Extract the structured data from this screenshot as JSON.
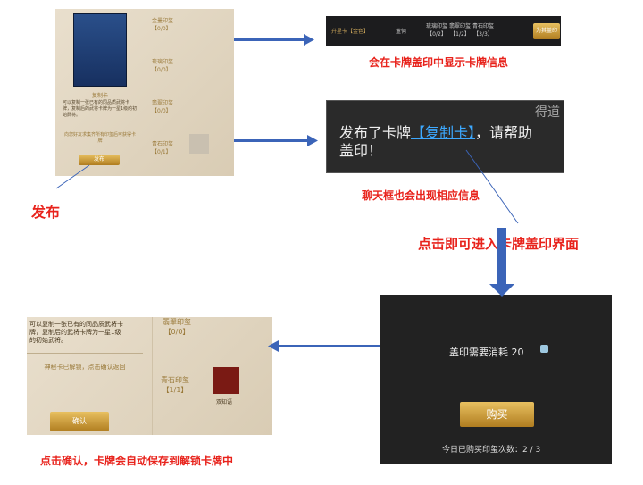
{
  "panel_publish": {
    "card_name": "复制卡",
    "card_desc": "可以复制一张已有的同品质武将卡牌，复制后的武将卡牌为一星1级的初始武将。",
    "hint": "向您好友求集齐所有印玺后可获得卡牌",
    "publish_button": "发布",
    "seals": [
      {
        "name": "金墨印玺",
        "count": "【0/0】"
      },
      {
        "name": "琉璃印玺",
        "count": "【0/0】"
      },
      {
        "name": "翡翠印玺",
        "count": "【0/0】"
      },
      {
        "name": "青石印玺",
        "count": "【0/1】"
      }
    ]
  },
  "label_publish": "发布",
  "panel_info": {
    "col1": "升星卡【金色】",
    "col2": "董何",
    "seals": [
      {
        "name": "琉璃印玺",
        "count": "【0/2】"
      },
      {
        "name": "翡翠印玺",
        "count": "【1/2】"
      },
      {
        "name": "青石印玺",
        "count": "【3/3】"
      }
    ],
    "button": "为其盖印"
  },
  "caption_info": "会在卡牌盖印中显示卡牌信息",
  "panel_chat": {
    "tag": "得道",
    "text_before": "发布了卡牌",
    "card_link": "【复制卡】",
    "text_after": "，请帮助盖印！"
  },
  "caption_chat": "聊天框也会出现相应信息",
  "caption_click": "点击即可进入卡牌盖印界面",
  "panel_buy": {
    "cost_text": "盖印需要消耗 20",
    "buy_button": "购买",
    "daily_text": "今日已购买印玺次数：2 / 3"
  },
  "panel_confirm": {
    "card_desc": "可以复制一张已有的同品质武将卡牌，复制后的武将卡牌为一星1级的初始武将。",
    "unlock_text": "神秘卡已解锁，点击确认返回",
    "confirm_button": "确认",
    "seals": [
      {
        "name": "翡翠印玺",
        "count": "【0/0】"
      },
      {
        "name": "青石印玺",
        "count": "【1/1】"
      }
    ],
    "item_name": "双知语"
  },
  "caption_confirm": "点击确认，卡牌会自动保存到解锁卡牌中"
}
